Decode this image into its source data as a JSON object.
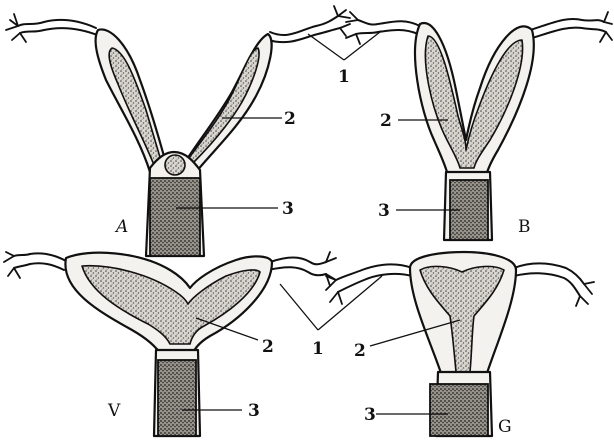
{
  "panels": [
    {
      "id": "A",
      "letter": "A",
      "label_tube": "1",
      "label_cavity": "2",
      "label_vagina": "3"
    },
    {
      "id": "B",
      "letter": "B",
      "label_cavity": "2",
      "label_vagina": "3"
    },
    {
      "id": "V",
      "letter": "V",
      "label_cavity": "2",
      "label_vagina": "3"
    },
    {
      "id": "G",
      "letter": "G",
      "label_tube": "1",
      "label_cavity": "2",
      "label_vagina": "3"
    }
  ],
  "colors": {
    "stroke": "#111111",
    "stipple": "#555555",
    "background": "#ffffff"
  }
}
